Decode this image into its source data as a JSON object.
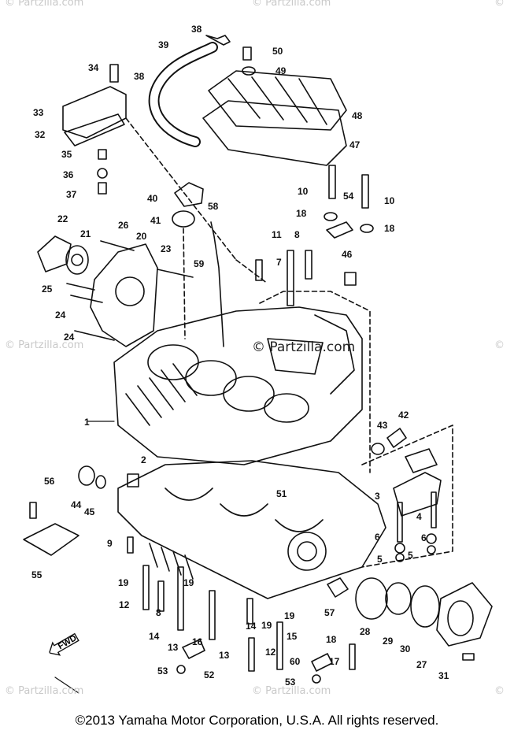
{
  "watermarks": {
    "top_left": "© Partzilla.com",
    "top_center": "© Partzilla.com",
    "top_right": "©",
    "mid_left": "© Partzilla.com",
    "mid_center": "© Partzilla.com",
    "mid_right": "©",
    "bot_left": "© Partzilla.com",
    "bot_center": "© Partzilla.com",
    "bot_right": "©"
  },
  "direction_arrow": "FWD",
  "copyright": "©2013  Yamaha Motor Corporation, U.S.A. All rights reserved.",
  "callouts": [
    "38",
    "39",
    "50",
    "49",
    "34",
    "38",
    "33",
    "48",
    "32",
    "47",
    "35",
    "36",
    "37",
    "40",
    "10",
    "54",
    "10",
    "41",
    "58",
    "18",
    "18",
    "22",
    "26",
    "21",
    "20",
    "11",
    "8",
    "23",
    "7",
    "46",
    "59",
    "25",
    "24",
    "24",
    "1",
    "43",
    "42",
    "2",
    "56",
    "44",
    "45",
    "51",
    "3",
    "4",
    "9",
    "6",
    "6",
    "5",
    "5",
    "55",
    "19",
    "12",
    "8",
    "19",
    "13",
    "14",
    "16",
    "13",
    "15",
    "14",
    "12",
    "19",
    "19",
    "57",
    "28",
    "29",
    "30",
    "27",
    "18",
    "17",
    "60",
    "53",
    "52",
    "53",
    "31"
  ]
}
